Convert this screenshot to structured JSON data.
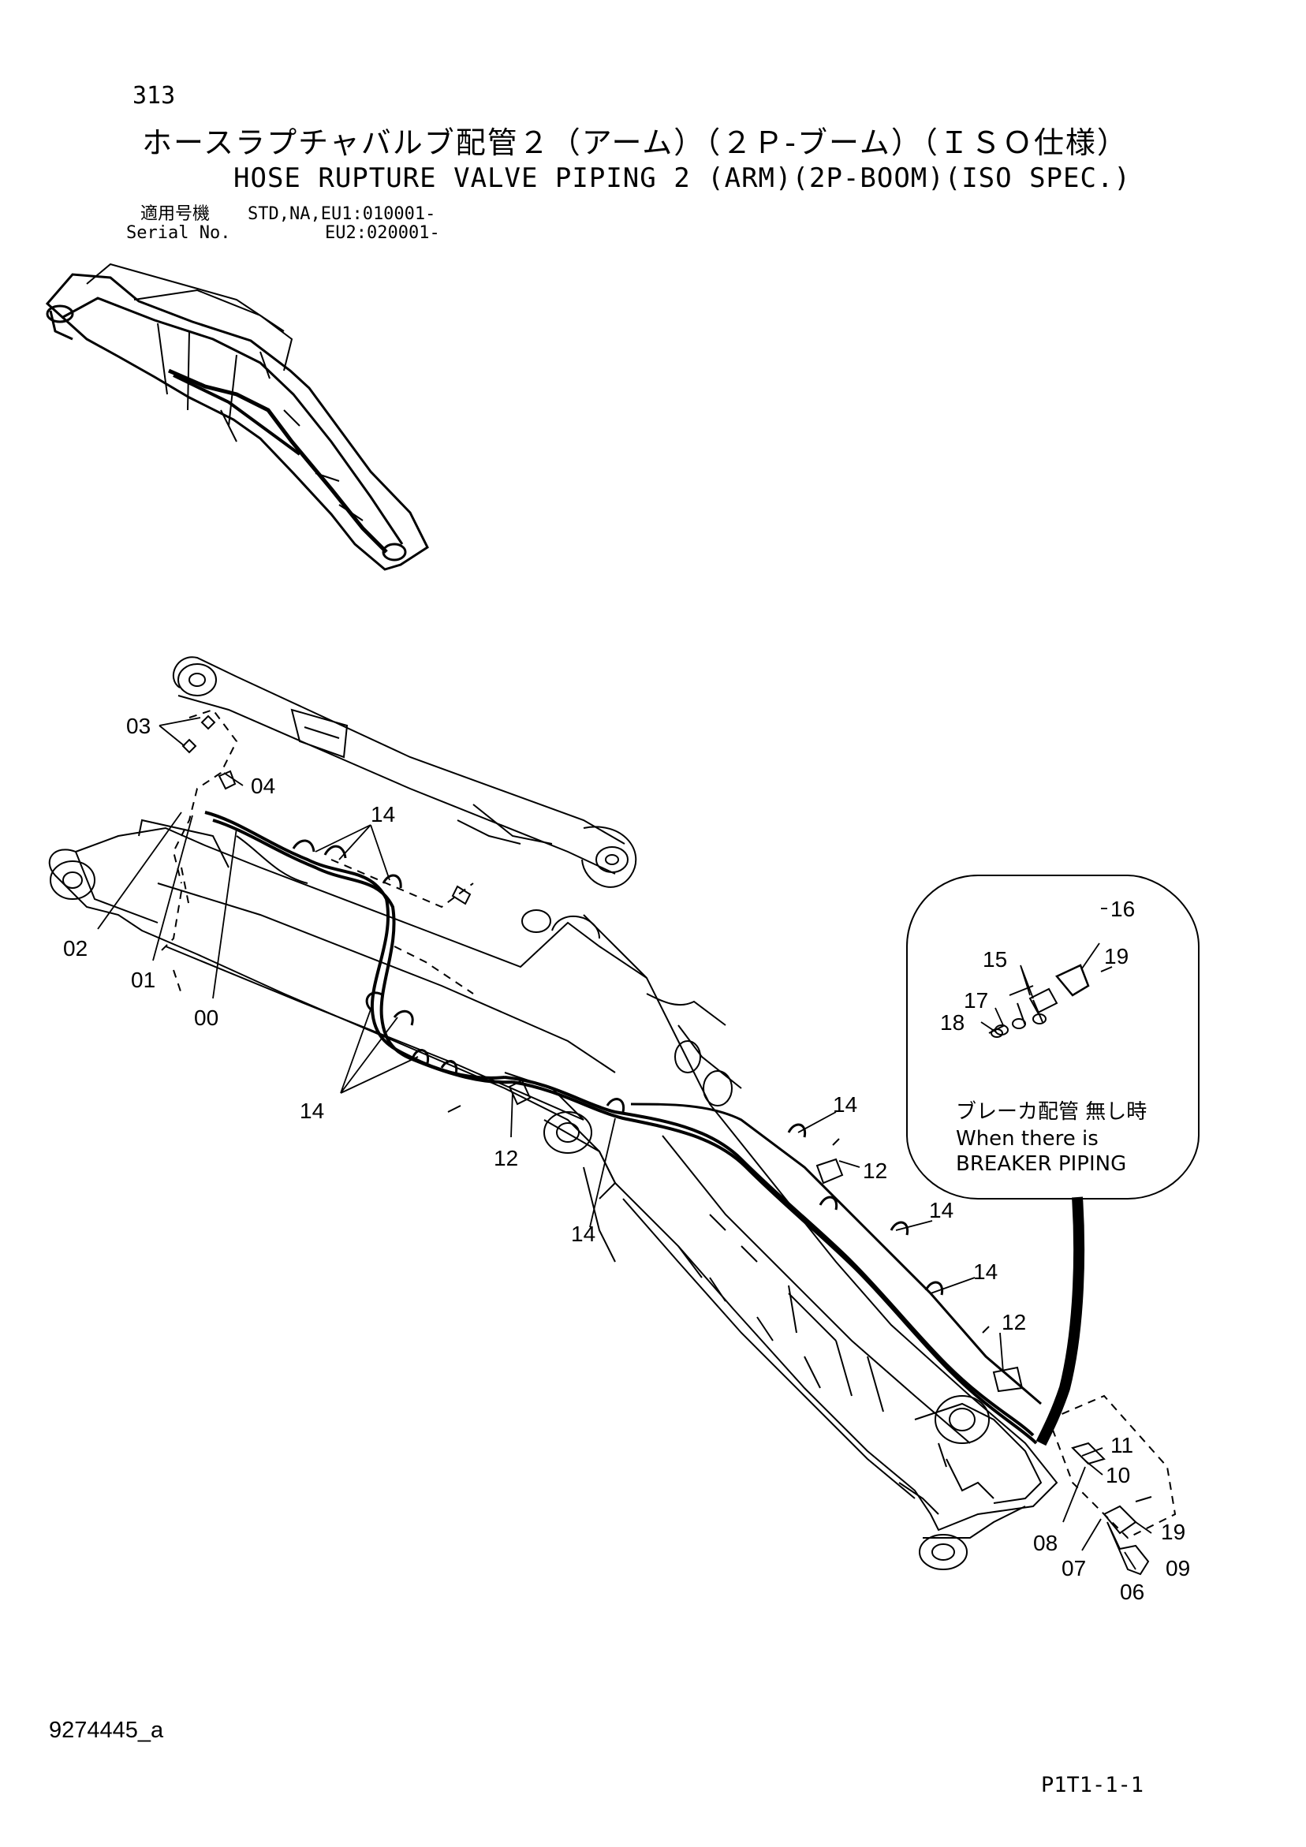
{
  "header": {
    "page_number": "313",
    "title_jp": "ホースラプチャバルブ配管２（アーム）（２Ｐ-ブーム）（ＩＳＯ仕様）",
    "title_en": "HOSE RUPTURE VALVE PIPING 2 (ARM)(2P-BOOM)(ISO SPEC.)",
    "applicability_label_jp": "適用号機",
    "serial_label": "Serial No.",
    "serial_line_1": "STD,NA,EU1:010001-",
    "serial_line_2": "EU2:020001-"
  },
  "callouts": [
    "00",
    "01",
    "02",
    "03",
    "04",
    "06",
    "07",
    "08",
    "09",
    "10",
    "11",
    "12",
    "14",
    "15",
    "16",
    "17",
    "18",
    "19"
  ],
  "detail_note": {
    "line_jp": "ブレーカ配管 無し時",
    "line_en_1": "When there is",
    "line_en_2": "BREAKER PIPING"
  },
  "footer": {
    "doc_number": "9274445_a",
    "page_code": "P1T1-1-1"
  }
}
